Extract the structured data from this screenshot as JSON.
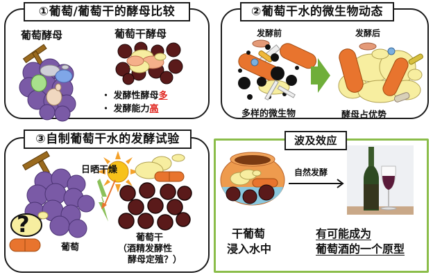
{
  "panels": {
    "p1": {
      "title": "①葡萄/葡萄干的酵母比较",
      "left_label": "葡萄酵母",
      "right_label": "葡萄干酵母",
      "bullets": [
        {
          "prefix": "・ 发酵性酵母",
          "highlight": "多"
        },
        {
          "prefix": "・ 发酵能力",
          "highlight": "高"
        }
      ]
    },
    "p2": {
      "title": "②葡萄干水的微生物动态",
      "before_label": "发酵前",
      "after_label": "发酵后",
      "before_caption": "多样的微生物",
      "after_caption": "酵母占优势"
    },
    "p3": {
      "title": "③自制葡萄干水的发酵试验",
      "sun_label": "日晒干燥",
      "grape_label": "葡萄",
      "raisin_label_1": "葡萄干",
      "raisin_label_2": "（酒精发酵性",
      "raisin_label_3": "酵母定殖？）",
      "question_mark": "?"
    },
    "p4": {
      "title": "波及效应",
      "arrow_label": "自然发酵",
      "left_caption_1": "干葡萄",
      "left_caption_2": "浸入水中",
      "right_caption_1": "有可能成为",
      "right_caption_2": "葡萄酒的一个原型"
    }
  },
  "colors": {
    "grape_purple": "#7a5aa6",
    "raisin_brown": "#5a1a1a",
    "yeast_yellow": "#f7eea0",
    "bacteria_orange": "#e8742e",
    "arrow_green": "#6fae3a",
    "panel_green_border": "#8bbd4a",
    "highlight_red": "#e0261f"
  }
}
